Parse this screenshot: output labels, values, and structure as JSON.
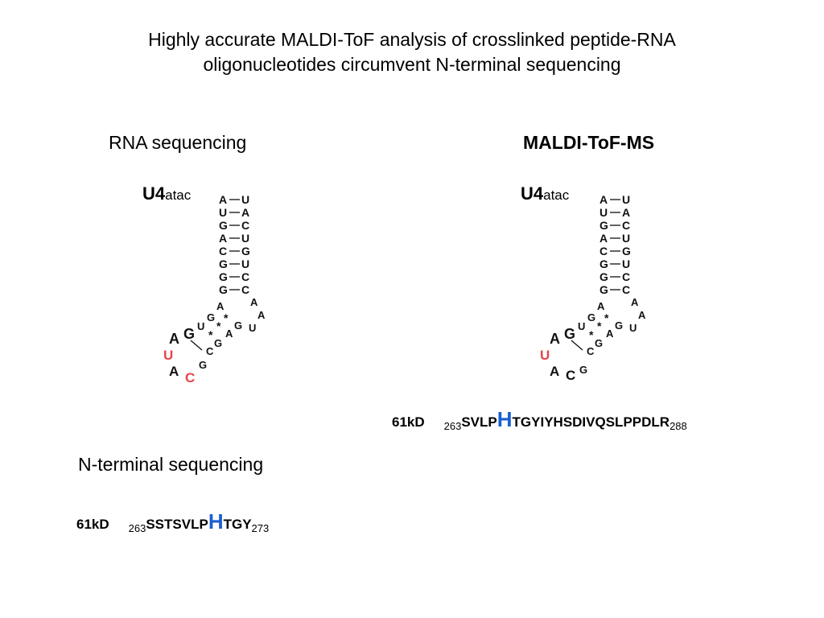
{
  "title_line1": "Highly accurate MALDI-ToF analysis of crosslinked peptide-RNA",
  "title_line2": "oligonucleotides circumvent N-terminal sequencing",
  "left_heading": "RNA sequencing",
  "right_heading": "MALDI-ToF-MS",
  "lower_heading": "N-terminal sequencing",
  "rna_label_main": "U4",
  "rna_label_sub": "atac",
  "rna": {
    "stem_pairs": [
      [
        "A",
        "U"
      ],
      [
        "U",
        "A"
      ],
      [
        "G",
        "C"
      ],
      [
        "A",
        "U"
      ],
      [
        "C",
        "G"
      ],
      [
        "G",
        "U"
      ],
      [
        "G",
        "C"
      ],
      [
        "G",
        "C"
      ]
    ],
    "loop_right": [
      "A",
      "A",
      "U"
    ],
    "inner": [
      "G",
      "A",
      "U",
      "G",
      "A",
      "G",
      "C"
    ],
    "stars": [
      "*",
      "*",
      "*",
      "*"
    ],
    "bulge_left": [
      "A",
      "G"
    ],
    "tail_left": [
      "U",
      "A"
    ],
    "tail_bottom": [
      "C",
      "G"
    ],
    "highlight_color": "#e8434b"
  },
  "peptide_top": {
    "label": "61kD",
    "start": "263",
    "seq_before": "SVLP",
    "highlight": "H",
    "seq_after": "TGYIYHSDIVQSLPPDLR",
    "end": "288"
  },
  "peptide_bottom": {
    "label": "61kD",
    "start": "263",
    "seq_before": "SSTSVLP",
    "highlight": "H",
    "seq_after": "TGY",
    "end": "273"
  },
  "highlight_blue": "#1a5fd0"
}
